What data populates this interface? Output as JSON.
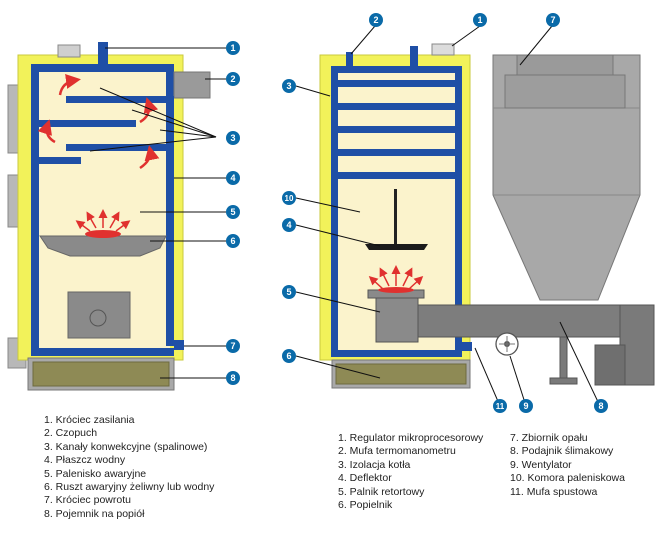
{
  "left_diagram": {
    "callouts": [
      "1",
      "2",
      "3",
      "4",
      "5",
      "6",
      "7",
      "8"
    ],
    "legend": [
      "1. Króciec zasilania",
      "2. Czopuch",
      "3. Kanały konwekcyjne (spalinowe)",
      "4. Płaszcz wodny",
      "5. Palenisko awaryjne",
      "6. Ruszt awaryjny żeliwny lub wodny",
      "7. Króciec powrotu",
      "8. Pojemnik na popiół"
    ]
  },
  "right_diagram": {
    "callouts": [
      "1",
      "2",
      "3",
      "4",
      "5",
      "6",
      "7",
      "8",
      "9",
      "10",
      "11"
    ],
    "legend_col1": [
      "1. Regulator mikroprocesorowy",
      "2. Mufa termomanometru",
      "3. Izolacja kotła",
      "4. Deflektor",
      "5. Palnik retortowy",
      "6. Popielnik"
    ],
    "legend_col2": [
      "7. Zbiornik opału",
      "8. Podajnik ślimakowy",
      "9. Wentylator",
      "10. Komora paleniskowa",
      "11. Mufa spustowa"
    ]
  },
  "colors": {
    "callout": "#0a6aa8",
    "water_jacket": "#1f4fa6",
    "insulation": "#f2f25a",
    "chamber": "#fbf3cc",
    "steel_gray": "#8a8a8a",
    "ash_tray": "#8e8a55",
    "flame_arrow": "#e0312f"
  }
}
